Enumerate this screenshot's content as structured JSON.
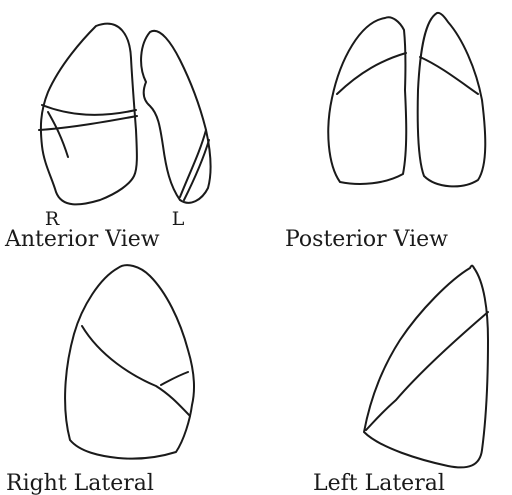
{
  "labels": {
    "right_side": "R",
    "left_side": "L",
    "anterior": "Anterior View",
    "posterior": "Posterior View",
    "right_lateral": "Right Lateral",
    "left_lateral": "Left Lateral"
  }
}
